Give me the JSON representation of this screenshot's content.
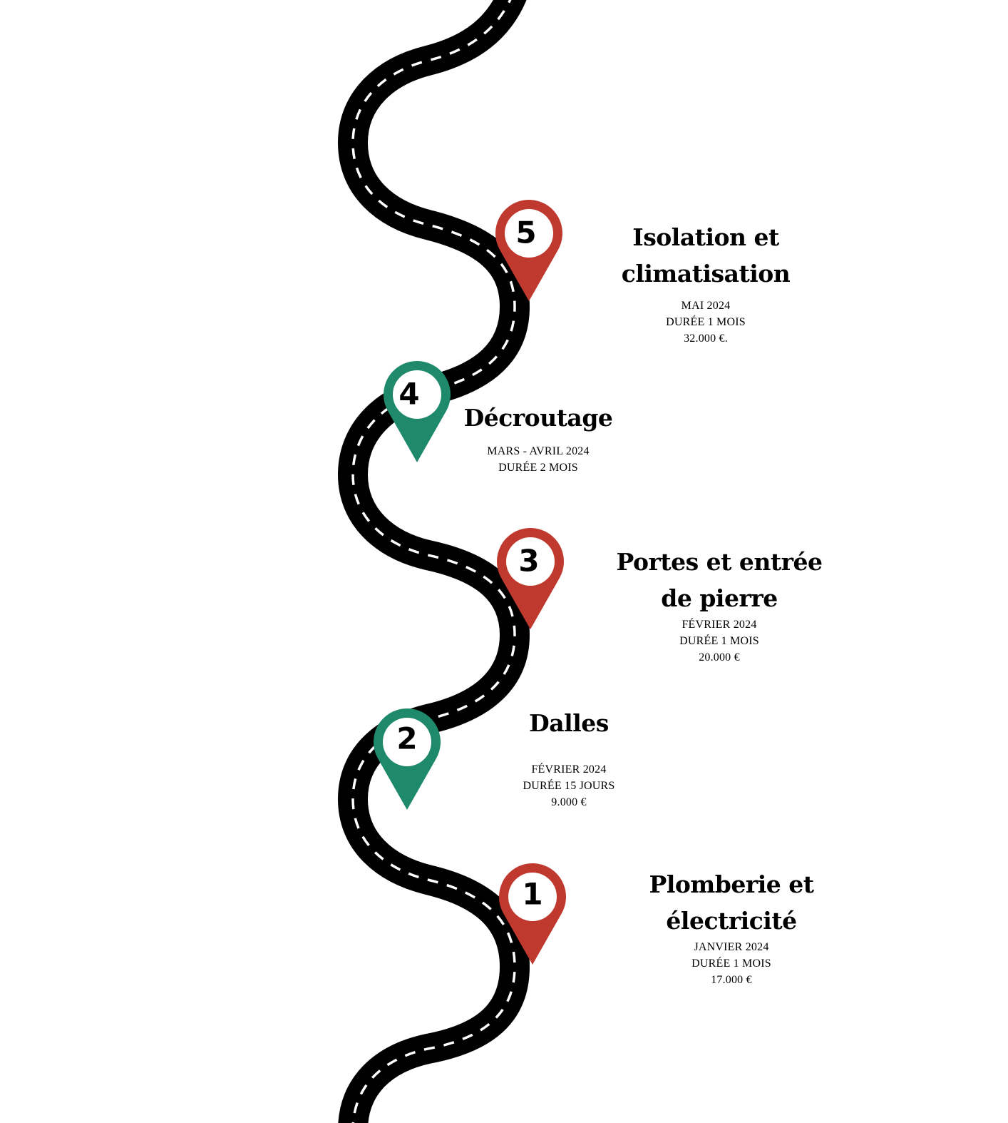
{
  "colors": {
    "road": "#000000",
    "road_marking": "#ffffff",
    "pin_red": "#c0392f",
    "pin_green": "#1f8a6b",
    "pin_center": "#ffffff"
  },
  "steps": [
    {
      "number": "5",
      "pin_color": "red",
      "title_line1": "Isolation et",
      "title_line2": "climatisation",
      "details": [
        "MAI 2024",
        "DURÉE 1 MOIS",
        "32.000 €."
      ]
    },
    {
      "number": "4",
      "pin_color": "green",
      "title_line1": "Décroutage",
      "title_line2": "",
      "details": [
        "MARS - AVRIL 2024",
        "DURÉE 2 MOIS"
      ]
    },
    {
      "number": "3",
      "pin_color": "red",
      "title_line1": "Portes et entrée",
      "title_line2": "de pierre",
      "details": [
        "FÉVRIER 2024",
        "DURÉE 1 MOIS",
        "20.000 €"
      ]
    },
    {
      "number": "2",
      "pin_color": "green",
      "title_line1": "Dalles",
      "title_line2": "",
      "details": [
        "FÉVRIER 2024",
        "DURÉE 15 JOURS",
        "9.000 €"
      ]
    },
    {
      "number": "1",
      "pin_color": "red",
      "title_line1": "Plomberie et",
      "title_line2": "électricité",
      "details": [
        "JANVIER 2024",
        "DURÉE 1 MOIS",
        "17.000 €"
      ]
    }
  ]
}
